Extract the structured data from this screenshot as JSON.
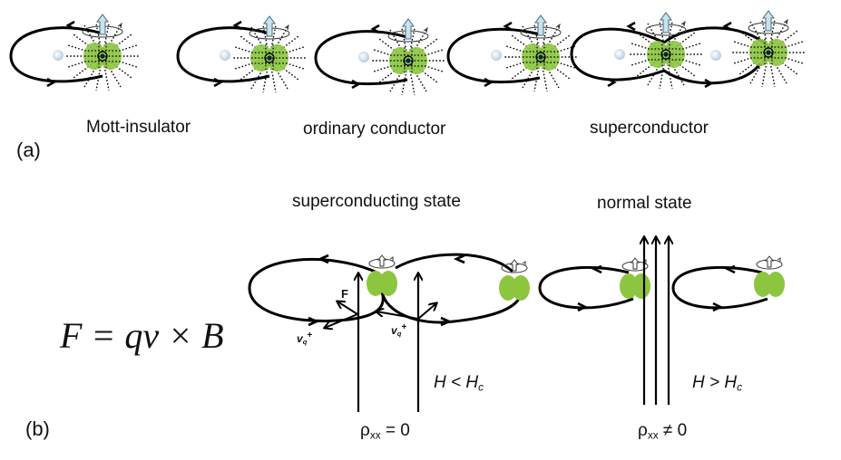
{
  "panel_a": {
    "label": "(a)",
    "captions": [
      "Mott-insulator",
      "ordinary  conductor",
      "superconductor"
    ]
  },
  "panel_b": {
    "label": "(b)",
    "equation": "F = qv × B",
    "sc_title": "superconducting state",
    "normal_title": "normal state",
    "force_label": "F",
    "velocity_label": "v",
    "velocity_sub": "q",
    "velocity_sup": "+",
    "field_sc": "H < H",
    "field_sc_sub": "c",
    "field_normal": "H > H",
    "field_normal_sub": "c",
    "rho_symbol": "ρ",
    "rho_sub": "xx",
    "rho_sc_rel": " = 0",
    "rho_normal_rel": " ≠ 0"
  },
  "colors": {
    "orbit": "#000000",
    "cloud": "#8cc63f",
    "proton": "#dce8f4",
    "spin_arrow": "#c9e3ee"
  }
}
